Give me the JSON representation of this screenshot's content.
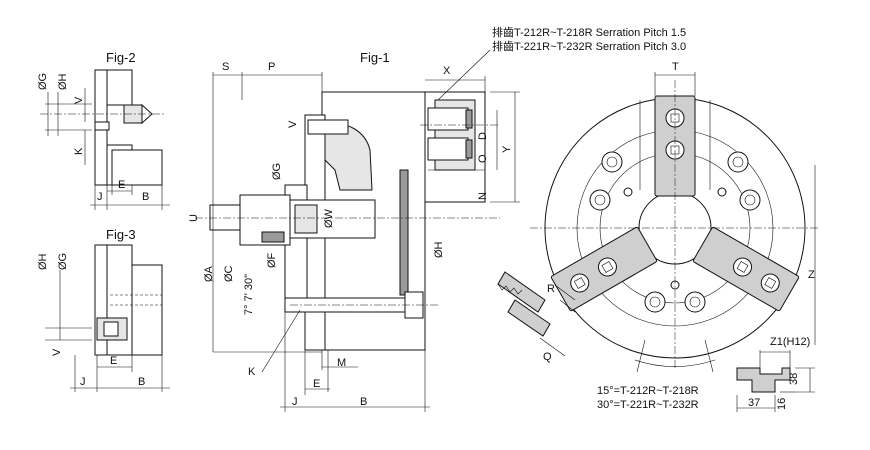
{
  "figures": {
    "fig1": "Fig-1",
    "fig2": "Fig-2",
    "fig3": "Fig-3"
  },
  "notes": {
    "serration_1": "排齒T-212R~T-218R Serration Pitch 1.5",
    "serration_2": "排齒T-221R~T-232R Serration Pitch 3.0",
    "angle_1": "15°=T-212R~T-218R",
    "angle_2": "30°=T-221R~T-232R"
  },
  "fig1_dims": {
    "S": "S",
    "P": "P",
    "X": "X",
    "V": "V",
    "G": "ØG",
    "U": "U",
    "W": "ØW",
    "F": "ØF",
    "A": "ØA",
    "C": "ØC",
    "angles": "7° 7' 30\"",
    "H": "ØH",
    "D": "D",
    "O": "O",
    "Y": "Y",
    "N": "N",
    "K": "K",
    "M": "M",
    "E": "E",
    "J": "J",
    "B": "B"
  },
  "fig2_dims": {
    "G": "ØG",
    "H": "ØH",
    "V": "V",
    "K": "K",
    "J": "J",
    "E": "E",
    "B": "B"
  },
  "fig3_dims": {
    "H": "ØH",
    "G": "ØG",
    "V": "V",
    "E": "E",
    "J": "J",
    "B": "B"
  },
  "front_dims": {
    "T": "T",
    "Z": "Z",
    "R": "R",
    "Q": "Q"
  },
  "tslot": {
    "Z1": "Z1(H12)",
    "d38": "38",
    "d16": "16",
    "d37": "37"
  },
  "colors": {
    "line": "#111111",
    "shade": "#e6e6e6",
    "jaw": "#cfcfcf"
  }
}
